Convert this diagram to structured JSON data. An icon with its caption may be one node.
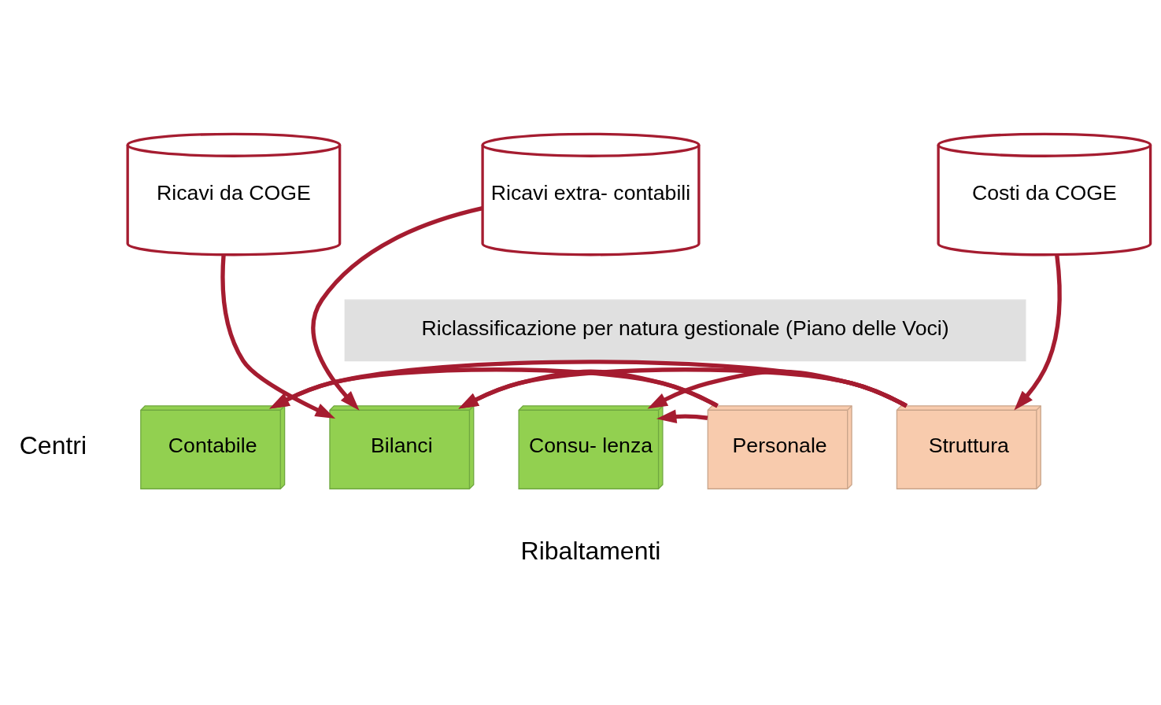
{
  "diagram": {
    "nodes": [
      {
        "text": [
          "Ricavi da COGE"
        ]
      },
      {
        "text": [
          "Ricavi extra- contabili"
        ]
      },
      {
        "text": [
          "Costi da COGE"
        ]
      },
      {
        "text": [
          "Riclassificazione per natura gestionale (Piano delle Voci)"
        ]
      },
      {
        "text": [
          "Contabile"
        ]
      },
      {
        "text": [
          "Bilanci"
        ]
      },
      {
        "text": [
          "Consu- lenza"
        ]
      },
      {
        "text": [
          "Personale"
        ]
      },
      {
        "text": [
          "Struttura"
        ]
      }
    ],
    "edges": [
      {
        "from": 0,
        "to": 5,
        "arrow": "to"
      },
      {
        "from": 1,
        "to": 5,
        "arrow": "to"
      },
      {
        "from": 2,
        "to": 8,
        "arrow": "to"
      },
      {
        "from": 7,
        "to": 4,
        "arrow": "to"
      },
      {
        "from": 7,
        "to": 5,
        "arrow": "to"
      },
      {
        "from": 7,
        "to": 6,
        "arrow": "to"
      },
      {
        "from": 8,
        "to": 4,
        "arrow": "to"
      },
      {
        "from": 8,
        "to": 5,
        "arrow": "to"
      },
      {
        "from": 8,
        "to": 6,
        "arrow": "to"
      }
    ],
    "labels": [
      "Centri",
      "Ribaltamenti"
    ]
  }
}
